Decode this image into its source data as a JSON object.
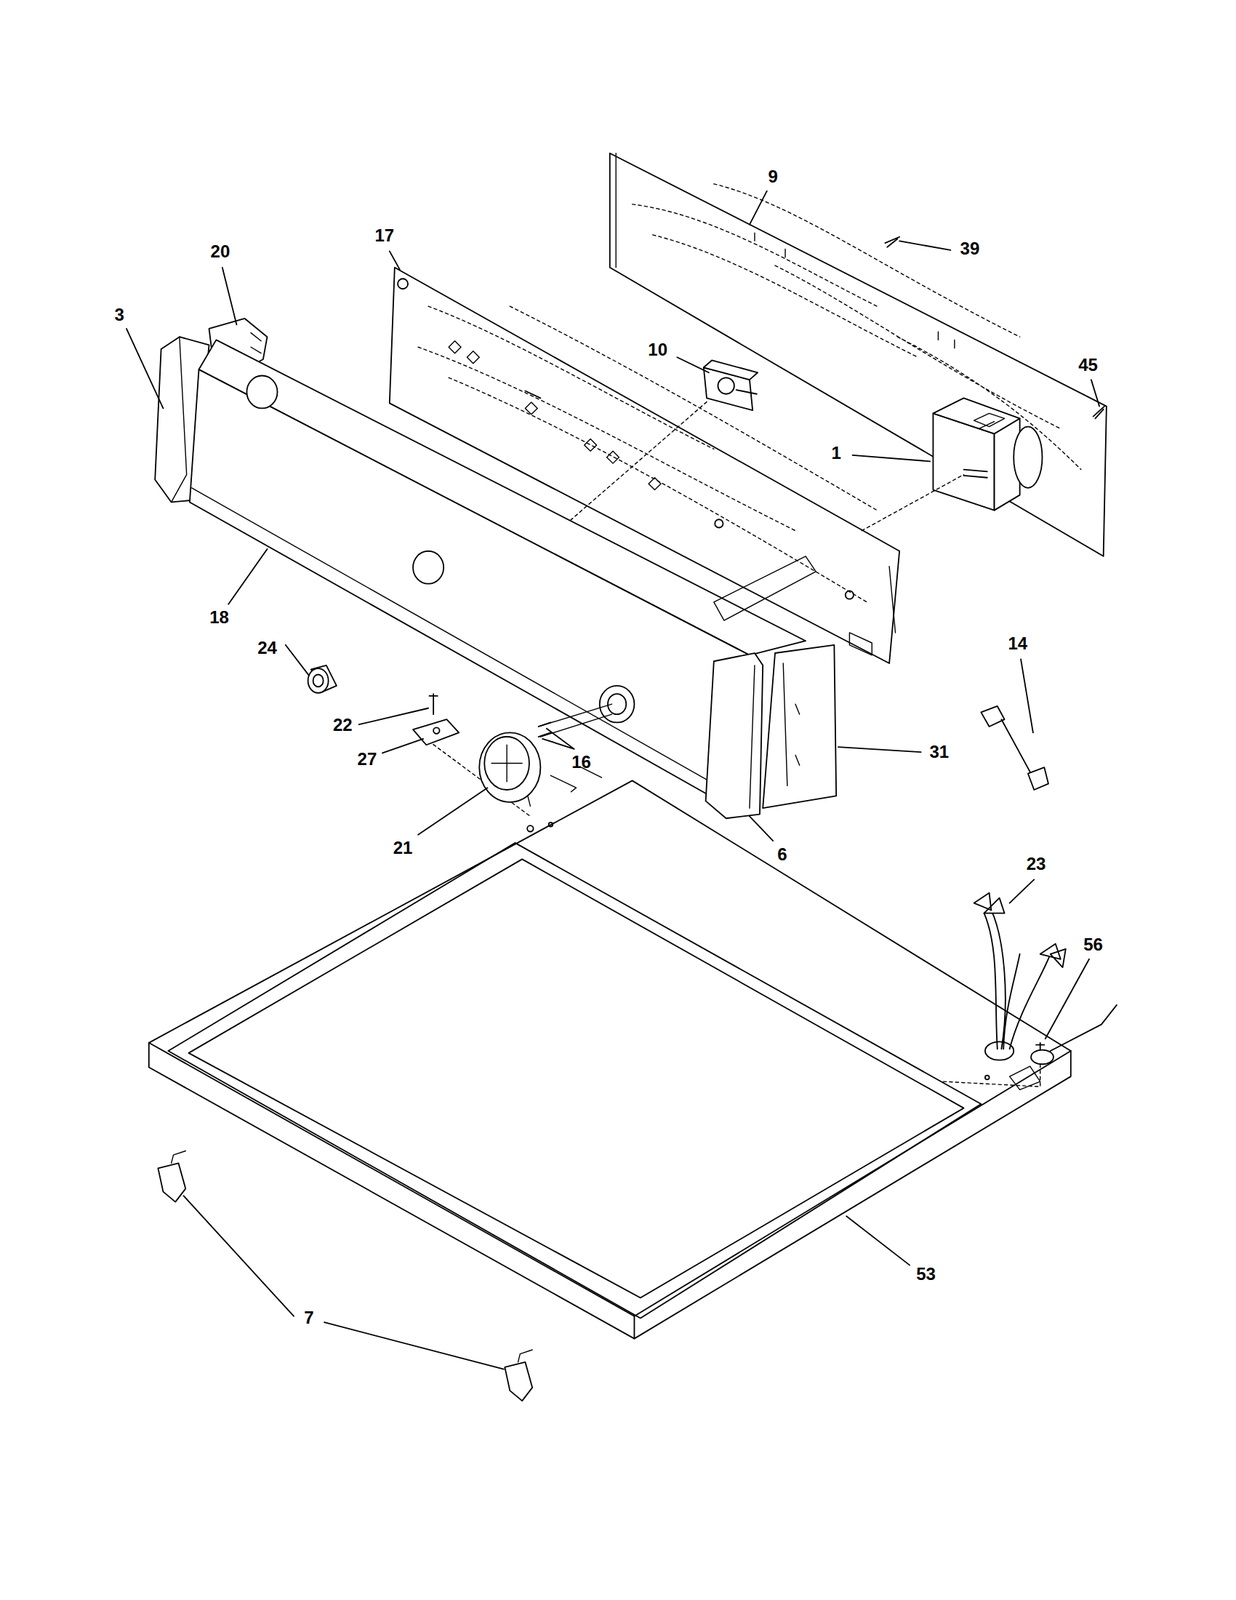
{
  "diagram": {
    "labels": [
      "9",
      "39",
      "20",
      "17",
      "3",
      "10",
      "45",
      "1",
      "14",
      "18",
      "24",
      "22",
      "16",
      "31",
      "27",
      "21",
      "6",
      "23",
      "56",
      "53",
      "7"
    ]
  }
}
